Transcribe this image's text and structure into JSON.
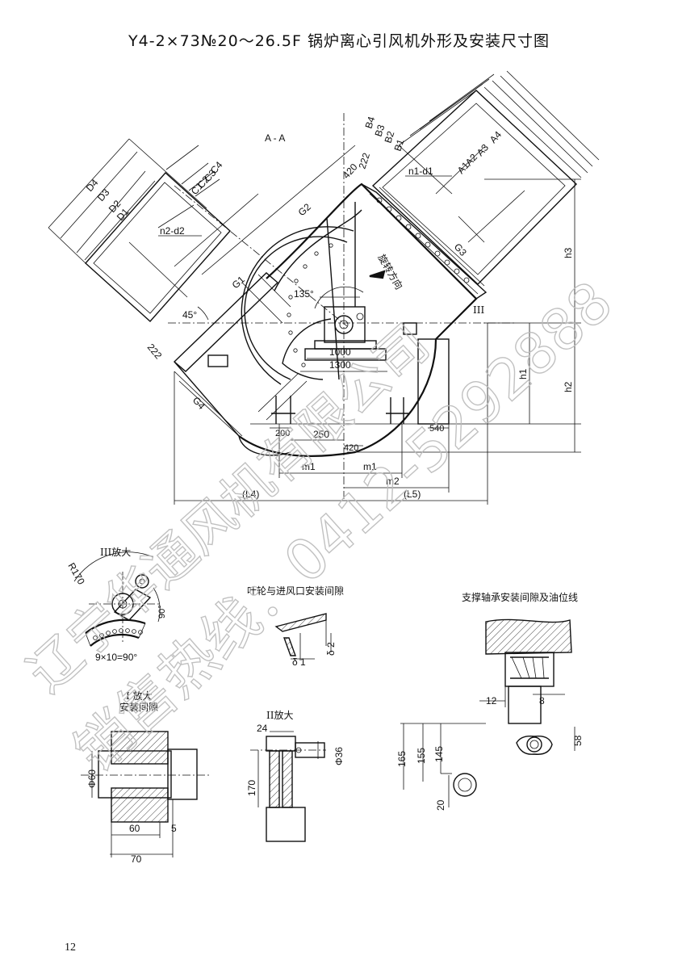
{
  "title": "Y4-2×73№20～26.5F 锅炉离心引风机外形及安装尺寸图",
  "section_label": "A - A",
  "rotation_label": "旋转方向",
  "main_labels": {
    "b": [
      "B4",
      "B3",
      "B2",
      "B1"
    ],
    "a": [
      "A4",
      "A3",
      "A2",
      "A1"
    ],
    "d": [
      "D4",
      "D3",
      "D2",
      "D1"
    ],
    "c": [
      "C4",
      "C3",
      "C2",
      "C1"
    ],
    "n1": "n1-d1",
    "n2": "n2-d2",
    "g1": "G1",
    "g2": "G2",
    "g3": "G3",
    "g4": "G4",
    "d420_top": "420",
    "d222_top": "222",
    "d222_left": "222",
    "angle45": "45°",
    "angle135": "135°",
    "d1000": "1000",
    "d1300": "1300",
    "roman3": "III",
    "h1": "h1",
    "h2": "h2",
    "h3": "h3",
    "d200": "200",
    "d250": "250",
    "d420_bot": "420",
    "d540": "540",
    "m1a": "m1",
    "m1b": "m1",
    "m2": "m2",
    "l4": "(L4)",
    "l5": "(L5)"
  },
  "detail3": {
    "title": "III放大",
    "r": "R170",
    "angle": "90°",
    "holes": "9×10=90°"
  },
  "detail_gap": {
    "title": "叶轮与进风口安装间隙",
    "d1": "δ 1",
    "d2": "δ 2"
  },
  "detail_support": {
    "title": "支撑轴承安装间隙及油位线",
    "d12": "12",
    "d8": "8",
    "d165": "165",
    "d155": "155",
    "d145": "145",
    "d58": "58",
    "d20": "20"
  },
  "detail1": {
    "title1": "I 放大",
    "title2": "安装间隙",
    "phi60": "Φ60",
    "d60": "60",
    "d5": "5",
    "d70": "70"
  },
  "detail2": {
    "title": "II放大",
    "d24": "24",
    "phi36": "Φ36",
    "d170": "170"
  },
  "watermark": {
    "line1": "辽宁华通风机有限公司",
    "line2": "销售热线：0412-5292888"
  },
  "page_number": "12"
}
